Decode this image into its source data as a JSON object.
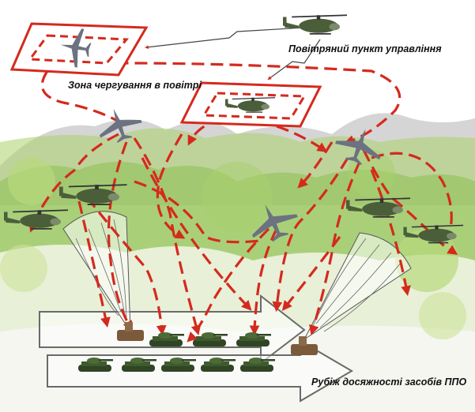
{
  "labels": {
    "air_command_post": "Повітряний пункт управління",
    "air_patrol_zone": "Зона чергування в повітрі",
    "air_defense_limit": "Рубіж досяжності засобів ППО"
  },
  "colors": {
    "route": "#d42a1e",
    "vegetation": "#9ccb5e",
    "hills": "#c8c8c8",
    "vehicles": "#3f5a2e",
    "aircraft": "#6c7280"
  },
  "icons": {
    "helicopter": "attack-helicopter-icon",
    "jet": "fighter-jet-icon",
    "tank": "tank-icon",
    "radar": "air-defense-radar-icon",
    "command_helicopter": "transport-helicopter-icon"
  }
}
